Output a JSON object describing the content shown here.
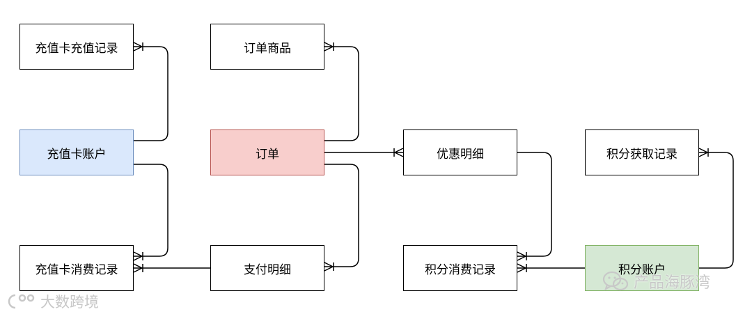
{
  "nodes": {
    "recharge_record": "充值卡充值记录",
    "order_item": "订单商品",
    "card_account": "充值卡账户",
    "order": "订单",
    "discount_detail": "优惠明细",
    "points_earn_record": "积分获取记录",
    "card_consume_record": "充值卡消费记录",
    "payment_detail": "支付明细",
    "points_consume_record": "积分消费记录",
    "points_account": "积分账户"
  },
  "watermarks": {
    "left": "大数跨境",
    "right": "产品海豚湾"
  },
  "colors": {
    "blue_fill": "#dae8fc",
    "blue_stroke": "#6c8ebf",
    "red_fill": "#f8cecc",
    "red_stroke": "#b85450",
    "green_fill": "#d5e8d4",
    "green_stroke": "#82b366"
  },
  "edge_style": "one-to-many crow's foot"
}
